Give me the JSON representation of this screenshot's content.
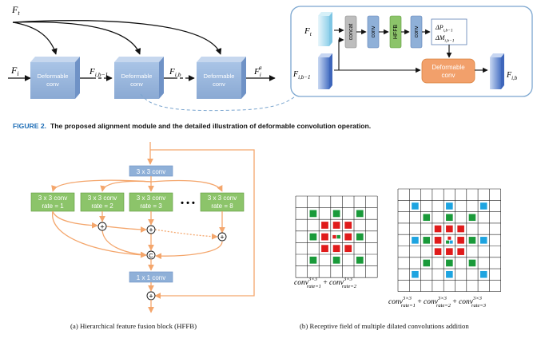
{
  "top": {
    "inputs": {
      "ft": "F",
      "ft_sub": "t",
      "fi": "F",
      "fi_sub": "i"
    },
    "block_label_1": "Deformable",
    "block_label_2": "conv",
    "mid_labels": [
      {
        "main": "F",
        "sub": "i,b−1"
      },
      {
        "main": "F",
        "sub": "i,b"
      }
    ],
    "output": {
      "main": "F",
      "sub": "i",
      "sup": "a"
    }
  },
  "inset": {
    "ft": {
      "main": "F",
      "sub": "t"
    },
    "fib1": {
      "main": "F",
      "sub": "i,b−1"
    },
    "fib": {
      "main": "F",
      "sub": "i,b"
    },
    "concat": "concat",
    "conv1": "conv",
    "hffb": "HFFB",
    "conv2": "conv",
    "delta_p": {
      "main": "ΔP",
      "sub": "i,b−1"
    },
    "delta_m": {
      "main": "ΔM",
      "sub": "i,b−1"
    },
    "deform_1": "Deformable",
    "deform_2": "conv"
  },
  "caption": {
    "figure": "FIGURE 2.",
    "text": "The proposed alignment module and the detailed illustration of deformable convolution operation."
  },
  "hffb": {
    "top_conv": "3 x 3 conv",
    "branches": [
      {
        "l1": "3 x 3 conv",
        "l2": "rate = 1"
      },
      {
        "l1": "3 x 3 conv",
        "l2": "rate = 2"
      },
      {
        "l1": "3 x 3 conv",
        "l2": "rate = 3"
      },
      {
        "l1": "3 x 3 conv",
        "l2": "rate = 8"
      }
    ],
    "dots": "• • •",
    "bottom_conv": "1 x 1 conv",
    "plus": "+",
    "concat": "C"
  },
  "receptive": {
    "left_formula": {
      "a": "conv",
      "a_sup": "3×3",
      "a_sub": "rate=1",
      "join": " + ",
      "b": "conv",
      "b_sup": "3×3",
      "b_sub": "rate=2"
    },
    "right_formula": {
      "a": "conv",
      "a_sup": "3×3",
      "a_sub": "rate=1",
      "b": "conv",
      "b_sup": "3×3",
      "b_sub": "rate=2",
      "c": "conv",
      "c_sup": "3×3",
      "c_sub": "rate=3",
      "join": " + "
    }
  },
  "subcaptions": {
    "a": "(a)  Hierarchical feature fusion block (HFFB)",
    "b": "(b)  Receptive field of multiple dilated convolutions addition"
  },
  "colors": {
    "blue_box": "#8fb0d8",
    "blue_dark": "#6b8fc4",
    "orange_line": "#f4a66c",
    "green_box": "#8cc46a",
    "inset_border": "#7aa5cf",
    "cell_green": "#1a9a3a",
    "cell_red": "#e01b1b",
    "cell_blue": "#1ea4e0",
    "deform_orange": "#f2a06b"
  }
}
